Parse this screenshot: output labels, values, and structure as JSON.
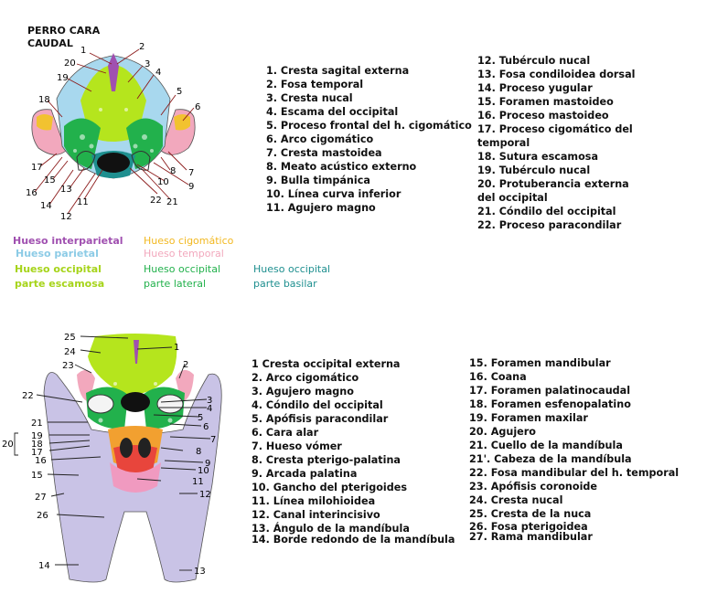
{
  "title": "PERRO CARA CAUDAL",
  "colors": {
    "interparietal": "#a050b0",
    "parietal": "#a8d8ee",
    "occipital_escamosa": "#b5e51d",
    "cigomatico": "#f2c230",
    "temporal": "#f2a8bd",
    "occipital_lateral": "#22b14c",
    "occipital_basilar": "#1e8f8f",
    "mandibula": "#c9c3e6"
  },
  "legend": {
    "interparietal": "Hueso interparietal",
    "parietal": "Hueso parietal",
    "occipital_escamosa_1": "Hueso occipital",
    "occipital_escamosa_2": "parte escamosa",
    "cigomatico": "Hueso cigomático",
    "temporal": "Hueso temporal",
    "occipital_lateral_1": "Hueso occipital",
    "occipital_lateral_2": "parte lateral",
    "occipital_basilar_1": "Hueso occipital",
    "occipital_basilar_2": "parte basilar"
  },
  "top_list_a": [
    "1. Cresta sagital externa",
    "2. Fosa temporal",
    "3. Cresta nucal",
    "4. Escama del occipital",
    "5. Proceso frontal del h. cigomático",
    "6. Arco cigomático",
    "7. Cresta mastoidea",
    "8. Meato acústico externo",
    "9. Bulla timpánica",
    "10. Línea curva inferior",
    "11. Agujero magno"
  ],
  "top_list_b": [
    "12. Tubérculo nucal",
    "13. Fosa condiloidea dorsal",
    "14. Proceso yugular",
    "15. Foramen mastoideo",
    "16. Proceso mastoideo",
    "17. Proceso cigomático del temporal",
    "18. Sutura escamosa",
    "19. Tubérculo nucal",
    "20. Protuberancia externa del occipital",
    "21. Cóndilo del occipital",
    "22. Proceso paracondilar"
  ],
  "bottom_list_a": [
    "1  Cresta occipital externa",
    "2.  Arco cigomático",
    "3. Agujero magno",
    "4. Cóndilo del occipital",
    "5. Apófisis paracondilar",
    "6. Cara alar",
    "7. Hueso vómer",
    "8. Cresta pterigo-palatina",
    "9. Arcada palatina",
    "10. Gancho del pterigoides",
    "11. Línea milohioidea",
    "12. Canal interincisivo",
    "13. Ángulo de la mandíbula",
    "14. Borde redondo de la mandíbula"
  ],
  "bottom_list_b": [
    "15. Foramen mandibular",
    "16. Coana",
    "17. Foramen palatinocaudal",
    "18. Foramen esfenopalatino",
    "19. Foramen maxilar",
    "20.  Agujero",
    "21. Cuello de la mandíbula",
    "21'. Cabeza de la mandíbula",
    "22. Fosa mandibular del h. temporal",
    "23. Apófisis coronoide",
    "24. Cresta nucal",
    "25. Cresta de la nuca",
    "26. Fosa pterigoidea",
    "27. Rama  mandibular"
  ],
  "top_callouts": [
    "1",
    "2",
    "3",
    "4",
    "5",
    "6",
    "7",
    "8",
    "9",
    "10",
    "11",
    "12",
    "13",
    "14",
    "15",
    "16",
    "17",
    "18",
    "19",
    "20",
    "21",
    "22"
  ],
  "bottom_callouts": [
    "1",
    "2",
    "3",
    "4",
    "5",
    "6",
    "7",
    "8",
    "9",
    "10",
    "11",
    "12",
    "13",
    "14",
    "15",
    "16",
    "17",
    "18",
    "19",
    "20",
    "21",
    "22",
    "23",
    "24",
    "25",
    "26",
    "27"
  ]
}
